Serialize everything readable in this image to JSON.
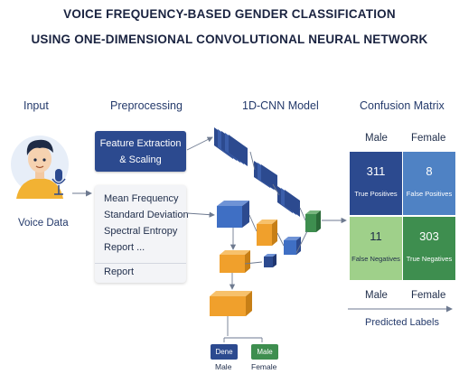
{
  "title": {
    "line1": "VOICE FREQUENCY-BASED GENDER CLASSIFICATION",
    "line2": "USING ONE-DIMENSIONAL CONVOLUTIONAL NEURAL NETWORK"
  },
  "sections": {
    "input": "Input",
    "preprocessing": "Preprocessing",
    "model": "1D-CNN Model",
    "confusion": "Confusion Matrix"
  },
  "input": {
    "label": "Voice Data",
    "icons": [
      "person-avatar-icon",
      "microphone-icon"
    ]
  },
  "preprocessing": {
    "feature_box_line1": "Feature Extraction",
    "feature_box_line2": "& Scaling",
    "features": [
      "Mean Frequency",
      "Standard Deviation",
      "Spectral Entropy",
      "Report ..."
    ],
    "footer": "Report"
  },
  "model": {
    "outputs": [
      {
        "label": "Dene",
        "caption": "Male",
        "color": "#2c4a8f"
      },
      {
        "label": "Male",
        "caption": "Female",
        "color": "#3e8e4f"
      }
    ]
  },
  "confusion_matrix": {
    "top_headers": [
      "Male",
      "Female"
    ],
    "bottom_headers": [
      "Male",
      "Female"
    ],
    "cells": [
      {
        "value": "311",
        "label": "True Positives",
        "color": "#2c4a8f"
      },
      {
        "value": "8",
        "label": "False Positives",
        "color": "#4f82c4"
      },
      {
        "value": "11",
        "label": "False Negatives",
        "color": "#9fd08a"
      },
      {
        "value": "303",
        "label": "True Negatives",
        "color": "#3e8e4f"
      }
    ],
    "axis_label": "Predicted Labels"
  },
  "colors": {
    "navy": "#2c4a8f",
    "blue": "#3f6fc4",
    "orange": "#f0a02c",
    "green": "#3e8e4f",
    "light_green": "#9fd08a"
  }
}
